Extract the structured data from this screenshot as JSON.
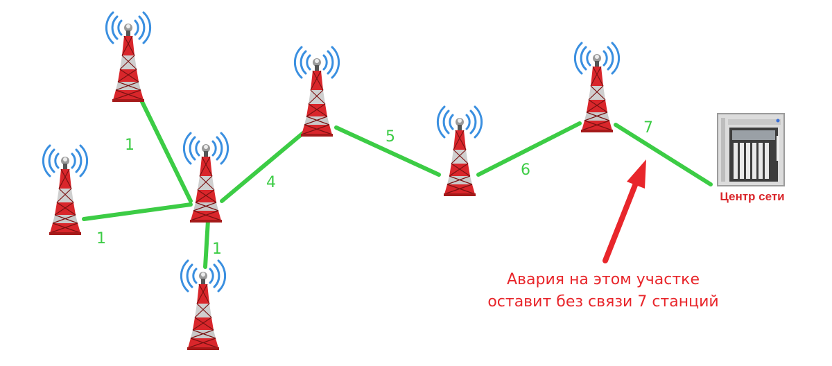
{
  "links": [
    {
      "id": "l-top",
      "label": "1"
    },
    {
      "id": "l-left",
      "label": "1"
    },
    {
      "id": "l-bottom",
      "label": "1"
    },
    {
      "id": "l-4",
      "label": "4"
    },
    {
      "id": "l-5",
      "label": "5"
    },
    {
      "id": "l-6",
      "label": "6"
    },
    {
      "id": "l-7",
      "label": "7"
    }
  ],
  "hub": {
    "label": "Центр сети",
    "icon": "server-cabinet-icon"
  },
  "alert": {
    "line1": "Авария на этом участке",
    "line2": "оставит без связи 7 станций"
  },
  "colors": {
    "link": "#3ccc45",
    "tower": "#d9262b",
    "signal": "#2f8fe0",
    "alert": "#e8262b"
  }
}
